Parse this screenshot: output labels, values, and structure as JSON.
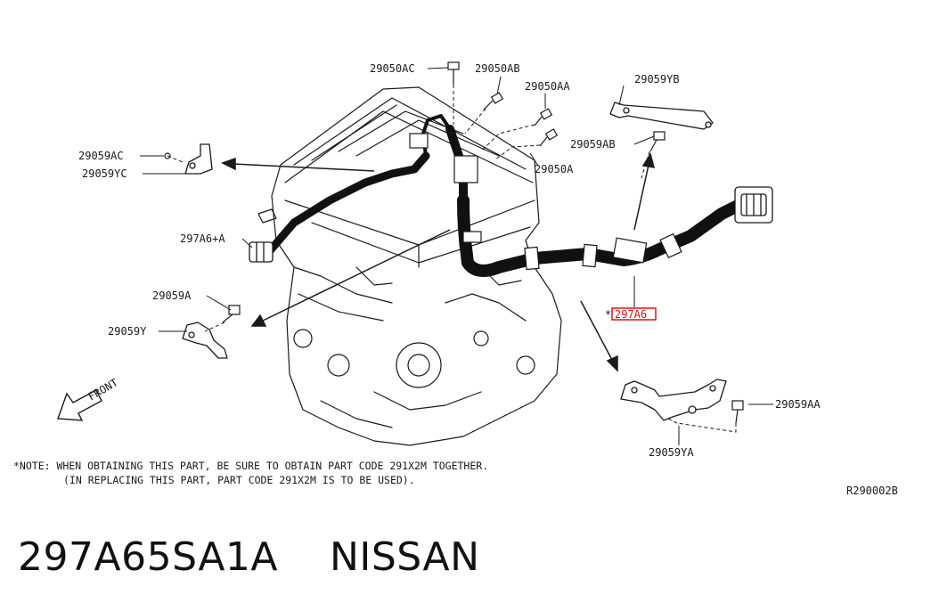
{
  "labels": {
    "ac_top": "29050AC",
    "ab_top": "29050AB",
    "aa_top": "29050AA",
    "a_mid": "29050A",
    "yb": "29059YB",
    "ab_bolt": "29059AB",
    "ac_left": "29059AC",
    "yc": "29059YC",
    "hose_a": "297A6+A",
    "a_left": "29059A",
    "y_left": "29059Y",
    "highlight": "297A6",
    "aa_right": "29059AA",
    "ya": "29059YA",
    "front": "FRONT"
  },
  "note": {
    "line1": "*NOTE: WHEN OBTAINING THIS PART, BE SURE TO OBTAIN PART CODE 291X2M TOGETHER.",
    "line2": "(IN REPLACING THIS PART, PART CODE 291X2M IS TO BE USED)."
  },
  "ref_code": "R290002B",
  "part_title": "297A65SA1A    NISSAN",
  "colors": {
    "highlight": "#e01010",
    "ink": "#1a1a1a"
  }
}
